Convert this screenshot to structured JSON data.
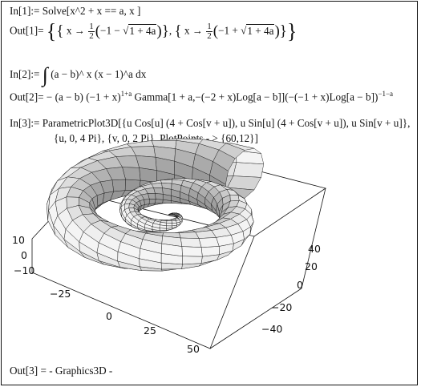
{
  "notebook": {
    "in1": "In[1]:= Solve[x^2 + x == a, x ]",
    "out1": {
      "label": "Out[1]=",
      "x": "x",
      "arrow": "→",
      "num": "1",
      "den": "2",
      "sqrt_arg": "1 + 4a",
      "term1": "−1 −",
      "term2": "−1 +"
    },
    "in2": {
      "label": "In[2]:=",
      "integral_sign": "∫",
      "expr": "(a − b)^ x (x − 1)^a dx"
    },
    "out2": {
      "label": "Out[2]=",
      "part1": " − (a − b) (−1 + x)",
      "sup1": "1+a",
      "part2": "Gamma[1 + a,−(−2 + x)Log[a − b]](−(−1 + x)Log[a − b])",
      "sup2": "−1−a"
    },
    "in3": {
      "line1": "In[3]:= ParametricPlot3D[{u Cos[u] (4 + Cos[v + u]), u Sin[u] (4 + Cos[v + u]), u Sin[v + u]},",
      "line2": "{u, 0, 4 Pi}, {v, 0, 2 Pi}, PlotPoints - > {60,12}]"
    },
    "out3": "Out[3] = - Graphics3D -"
  },
  "plot": {
    "z_ticks": [
      "10",
      "0",
      "−10"
    ],
    "x_ticks": [
      "−25",
      "0",
      "25",
      "50"
    ],
    "y_ticks": [
      "40",
      "20",
      "0",
      "−20",
      "−40"
    ],
    "surface_color": "#c8c8c8",
    "mesh_color": "#1a1a1a"
  }
}
